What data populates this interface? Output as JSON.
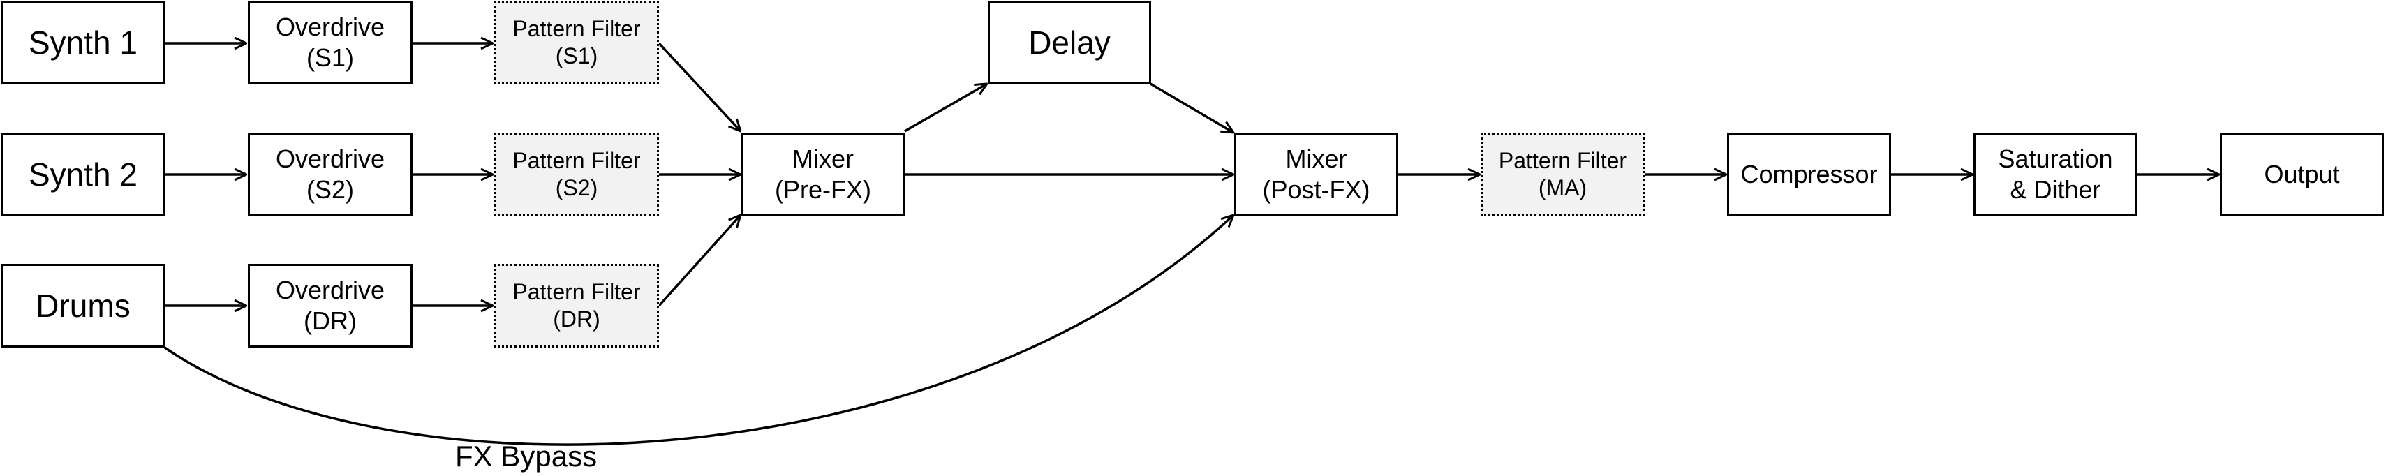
{
  "diagram": {
    "nodes": {
      "synth1": "Synth 1",
      "synth2": "Synth 2",
      "drums": "Drums",
      "od_s1": "Overdrive\n(S1)",
      "od_s2": "Overdrive\n(S2)",
      "od_dr": "Overdrive\n(DR)",
      "pf_s1": "Pattern Filter\n(S1)",
      "pf_s2": "Pattern Filter\n(S2)",
      "pf_dr": "Pattern Filter\n(DR)",
      "mixer_pre": "Mixer\n(Pre-FX)",
      "delay": "Delay",
      "mixer_post": "Mixer\n(Post-FX)",
      "pf_ma": "Pattern Filter\n(MA)",
      "compressor": "Compressor",
      "saturation": "Saturation\n& Dither",
      "output": "Output"
    },
    "edge_labels": {
      "fx_bypass": "FX Bypass"
    },
    "edges": [
      [
        "synth1",
        "od_s1"
      ],
      [
        "od_s1",
        "pf_s1"
      ],
      [
        "pf_s1",
        "mixer_pre"
      ],
      [
        "synth2",
        "od_s2"
      ],
      [
        "od_s2",
        "pf_s2"
      ],
      [
        "pf_s2",
        "mixer_pre"
      ],
      [
        "drums",
        "od_dr"
      ],
      [
        "od_dr",
        "pf_dr"
      ],
      [
        "pf_dr",
        "mixer_pre"
      ],
      [
        "mixer_pre",
        "delay"
      ],
      [
        "delay",
        "mixer_post"
      ],
      [
        "mixer_pre",
        "mixer_post"
      ],
      [
        "drums",
        "mixer_post",
        "fx_bypass"
      ],
      [
        "mixer_post",
        "pf_ma"
      ],
      [
        "pf_ma",
        "compressor"
      ],
      [
        "compressor",
        "saturation"
      ],
      [
        "saturation",
        "output"
      ]
    ]
  }
}
